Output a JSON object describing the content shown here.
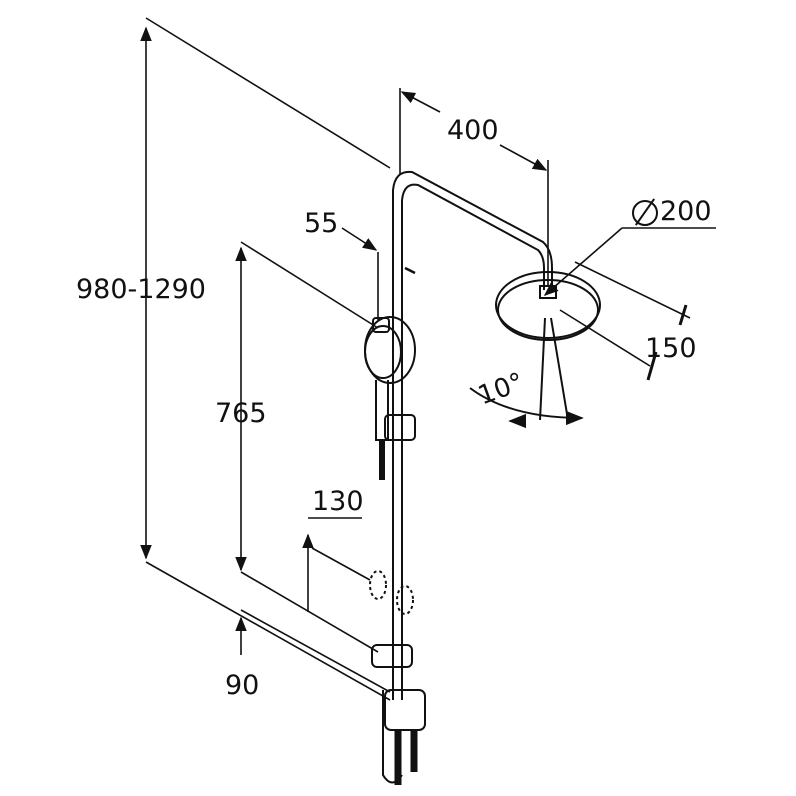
{
  "drawing": {
    "labels": {
      "total_height": "980-1290",
      "arm_length": "400",
      "head_diameter": "200",
      "slide_height": "765",
      "wall_offset": "55",
      "outlet_offset": "150",
      "bracket_offset": "130",
      "bottom_offset": "90",
      "tilt_angle": "10°"
    },
    "icons": [
      "diameter-icon"
    ],
    "colors": {
      "line": "#111111",
      "background": "#ffffff"
    }
  }
}
